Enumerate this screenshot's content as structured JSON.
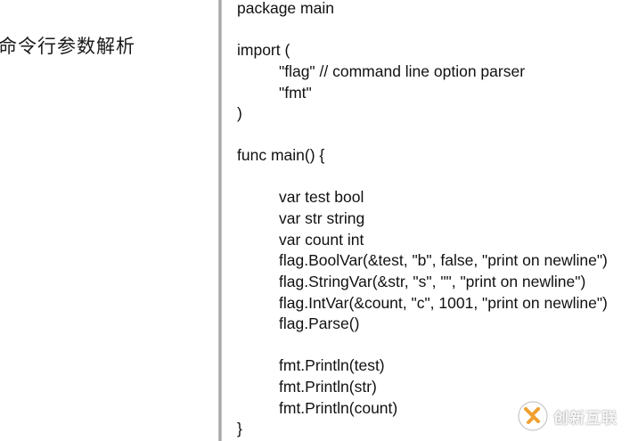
{
  "left": {
    "heading": "命令行参数解析"
  },
  "code": {
    "lines": [
      "package main",
      "",
      "import (",
      "\"flag\" // command line option parser",
      "\"fmt\"",
      ")",
      "",
      "func main() {",
      "",
      "var test bool",
      "var str string",
      "var count int",
      "flag.BoolVar(&test, \"b\", false, \"print on newline\")",
      "flag.StringVar(&str, \"s\", \"\", \"print on newline\")",
      "flag.IntVar(&count, \"c\", 1001, \"print on newline\")",
      "flag.Parse()",
      "",
      "fmt.Println(test)",
      "fmt.Println(str)",
      "fmt.Println(count)",
      "}"
    ]
  },
  "watermark": {
    "brand_text": "创新互联",
    "logo_icon": "brand-logo-icon",
    "logo_color": "#f0a030"
  }
}
